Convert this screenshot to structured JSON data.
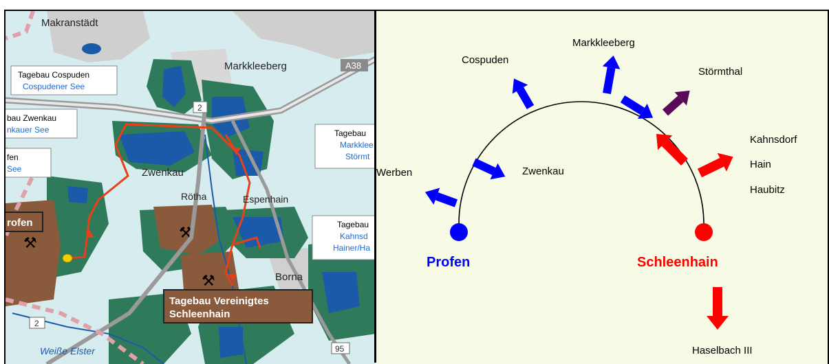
{
  "map": {
    "places": {
      "makranstaedt": "Makranstädt",
      "markkleeberg": "Markkleeberg",
      "zwenkau": "Zwenkau",
      "roetha": "Rötha",
      "espenhain": "Espenhain",
      "borna": "Borna",
      "weisse_elster": "Weiße Elster"
    },
    "roads": {
      "a38": "A38",
      "b2_top": "2",
      "b2_bottom": "2",
      "b95": "95"
    },
    "boxes": {
      "cospuden_title": "Tagebau Cospuden",
      "cospuden_sub": "Cospudener See",
      "zwenkau_title": "bau Zwenkau",
      "zwenkau_sub": "nkauer See",
      "profen_title": "fen",
      "profen_sub": "See",
      "markkleeberg_title": "Tagebau",
      "markkleeberg_sub1": "Markklee",
      "markkleeberg_sub2": "Störmt",
      "kahnsdorf_title": "Tagebau",
      "kahnsdorf_sub1": "Kahnsd",
      "kahnsdorf_sub2": "Hainer/Ha",
      "profen_mine": "rofen",
      "schleenhain_line1": "Tagebau Vereinigtes",
      "schleenhain_line2": "Schleenhain"
    },
    "colors": {
      "lake": "#1a5aa8",
      "forest": "#2f7a5a",
      "mine": "#8a5a3c",
      "route": "#e8401a",
      "urban": "#cfcfcf",
      "water_bg": "#d7ecef"
    }
  },
  "diagram": {
    "profen": "Profen",
    "schleenhain": "Schleenhain",
    "werben": "Werben",
    "zwenkau": "Zwenkau",
    "cospuden": "Cospuden",
    "markkleeberg": "Markkleeberg",
    "stoermthal": "Störmthal",
    "kahnsdorf": "Kahnsdorf",
    "hain": "Hain",
    "haubitz": "Haubitz",
    "haselbach": "Haselbach III",
    "colors": {
      "profen": "#0000ff",
      "schleenhain": "#ff0000",
      "stoermthal": "#5a0a5a",
      "background": "#f7fbe6"
    }
  }
}
